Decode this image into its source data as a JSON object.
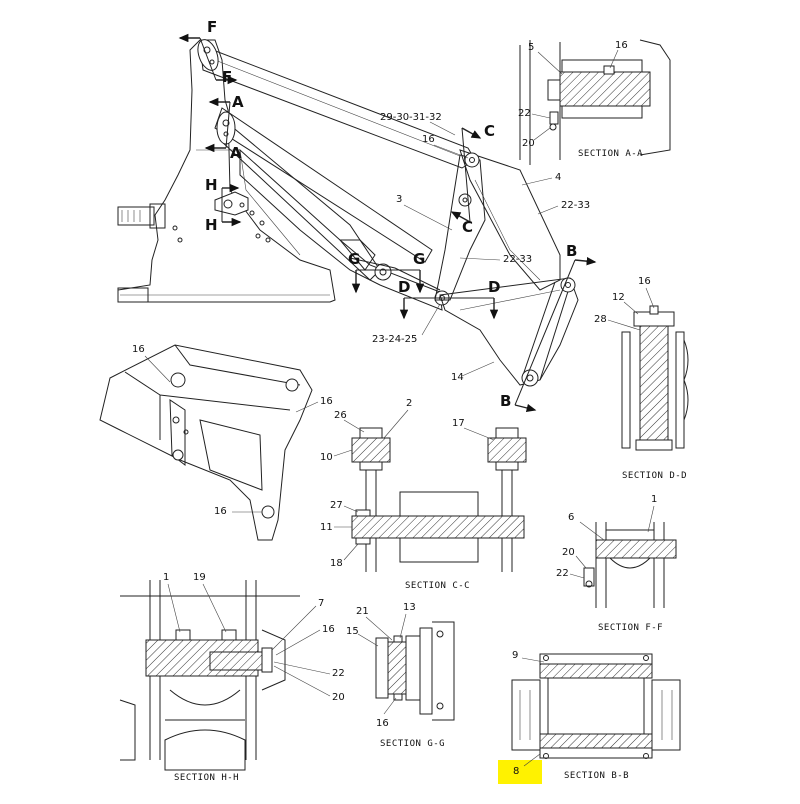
{
  "sections": {
    "A": "SECTION A-A",
    "B": "SECTION B-B",
    "C": "SECTION C-C",
    "D": "SECTION D-D",
    "F": "SECTION F-F",
    "G": "SECTION G-G",
    "H": "SECTION H-H"
  },
  "view_letters": {
    "A": "A",
    "B": "B",
    "C": "C",
    "D": "D",
    "F": "F",
    "G": "G",
    "H": "H"
  },
  "callouts": {
    "main": {
      "c29": "29-30-31-32",
      "c16": "16",
      "c4": "4",
      "c3": "3",
      "c22_33a": "22-33",
      "c22_33b": "22-33",
      "c23": "23-24-25",
      "c14": "14"
    },
    "sec_a": {
      "c5": "5",
      "c16": "16",
      "c22": "22",
      "c20": "20"
    },
    "iso": {
      "c16a": "16",
      "c16b": "16",
      "c16c": "16"
    },
    "sec_c": {
      "c26": "26",
      "c2": "2",
      "c17": "17",
      "c10": "10",
      "c27": "27",
      "c11": "11",
      "c18": "18"
    },
    "sec_d": {
      "c16": "16",
      "c12": "12",
      "c28": "28"
    },
    "sec_f": {
      "c1": "1",
      "c6": "6",
      "c20": "20",
      "c22": "22"
    },
    "sec_h": {
      "c1": "1",
      "c19": "19",
      "c7": "7",
      "c16": "16",
      "c22": "22",
      "c20": "20"
    },
    "sec_g": {
      "c21": "21",
      "c13": "13",
      "c15": "15",
      "c16": "16"
    },
    "sec_b": {
      "c9": "9",
      "c8": "8"
    }
  }
}
